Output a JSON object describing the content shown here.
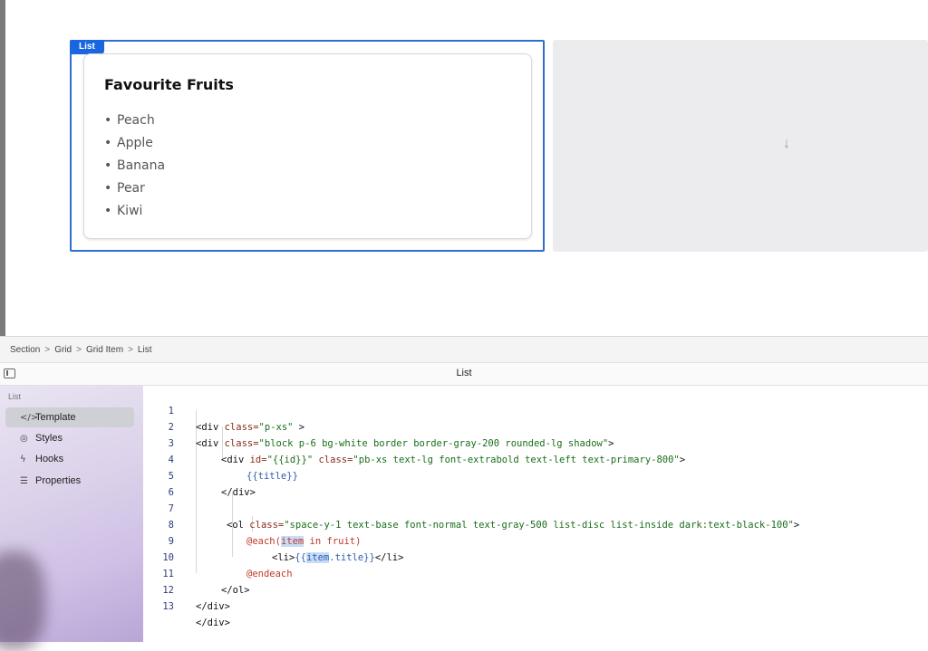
{
  "canvas": {
    "selected_tag": "List",
    "card_title": "Favourite Fruits",
    "fruits": [
      "Peach",
      "Apple",
      "Banana",
      "Pear",
      "Kiwi"
    ],
    "bullet": "•",
    "drop_arrow": "↓"
  },
  "breadcrumb": [
    {
      "label": "Section"
    },
    {
      "label": "Grid"
    },
    {
      "label": "Grid Item"
    },
    {
      "label": "List"
    }
  ],
  "breadcrumb_sep": ">",
  "panel": {
    "title": "List"
  },
  "sidebar": {
    "heading": "List",
    "items": [
      {
        "label": "Template",
        "icon": "</>",
        "active": true
      },
      {
        "label": "Styles",
        "icon": "◎",
        "active": false
      },
      {
        "label": "Hooks",
        "icon": "ϟ",
        "active": false
      },
      {
        "label": "Properties",
        "icon": "☰",
        "active": false
      }
    ]
  },
  "code": {
    "line_numbers": [
      "1",
      "2",
      "3",
      "4",
      "5",
      "6",
      "7",
      "8",
      "9",
      "10",
      "11",
      "12",
      "13"
    ],
    "line1": [
      "<div ",
      "class=",
      "\"p-xs\"",
      " >"
    ],
    "line2": [
      "<div ",
      "class=",
      "\"block p-6 bg-white border border-gray-200 rounded-lg shadow\"",
      ">"
    ],
    "line3": [
      "<div ",
      "id=",
      "\"{{id}}\"",
      " ",
      "class=",
      "\"pb-xs text-lg font-extrabold text-left text-primary-800\"",
      ">"
    ],
    "line4": "{{title}}",
    "line5": "</div>",
    "line7": [
      "<ol ",
      "class=",
      "\"space-y-1 text-base font-normal text-gray-500 list-disc list-inside dark:text-black-100\"",
      ">"
    ],
    "line8": [
      "@each(",
      "item",
      " in f",
      "ruit)"
    ],
    "line9": [
      "<li>",
      "{{",
      "item",
      ".title}}",
      "</li>"
    ],
    "line10": "@endeach",
    "line11": "</ol>",
    "line12": "</div>",
    "line13": "</div>"
  }
}
